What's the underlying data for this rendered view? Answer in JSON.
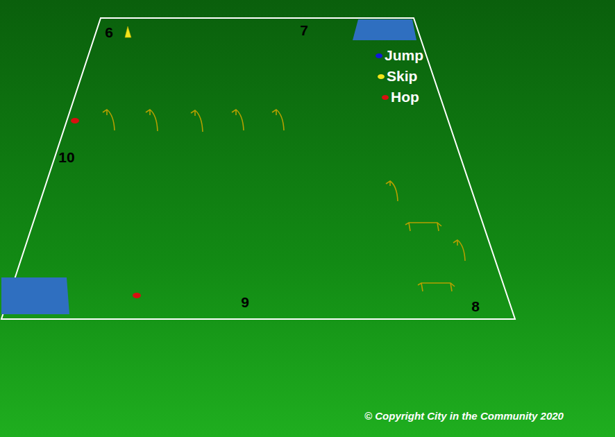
{
  "diagram": {
    "caption": "© Copyright City in the Community 2020",
    "labels": [
      "6",
      "7",
      "10",
      "9",
      "8"
    ],
    "legend": [
      {
        "text": "Jump",
        "color": "#1018d8"
      },
      {
        "text": "Skip",
        "color": "#f2e41a"
      },
      {
        "text": "Hop",
        "color": "#d81010"
      }
    ]
  }
}
